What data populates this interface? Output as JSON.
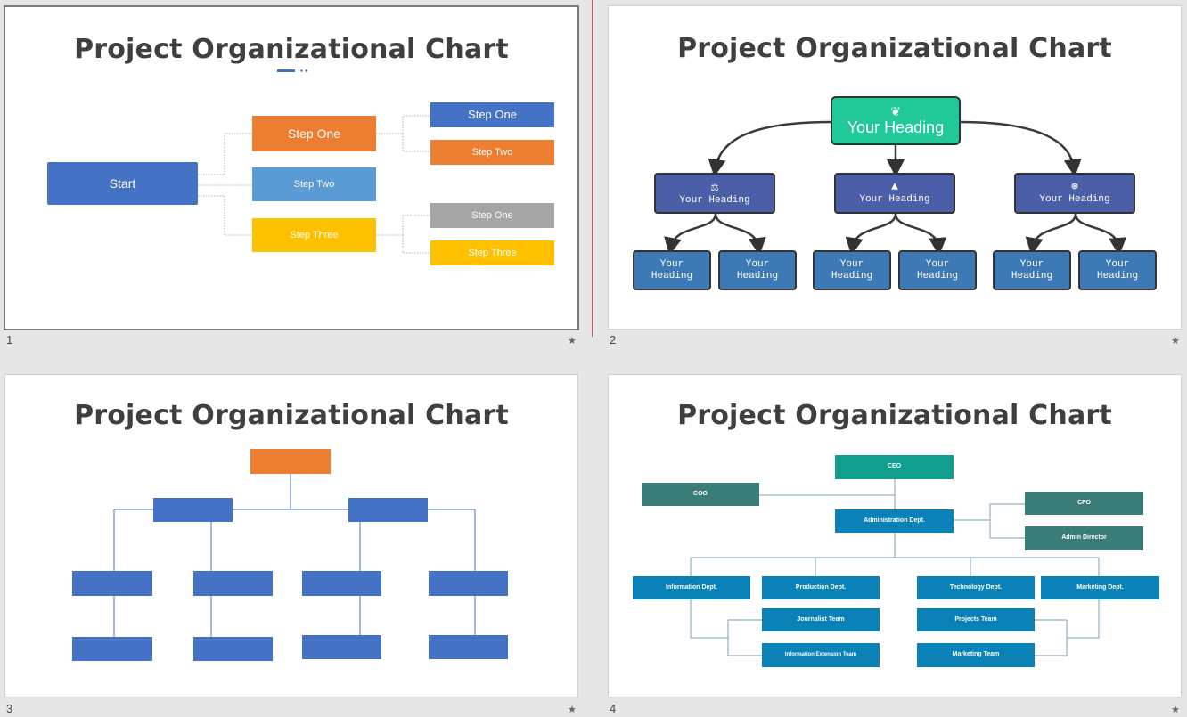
{
  "slides": [
    {
      "number": "1",
      "title": "Project Organizational Chart",
      "star": "★",
      "nodes": {
        "start": "Start",
        "step_one": "Step One",
        "step_two": "Step Two",
        "step_three": "Step Three",
        "sub_step_one_a": "Step One",
        "sub_step_two": "Step Two",
        "sub_step_one_b": "Step One",
        "sub_step_three": "Step Three"
      }
    },
    {
      "number": "2",
      "title": "Project Organizational Chart",
      "star": "★",
      "root": "Your Heading",
      "level1": [
        "Your Heading",
        "Your Heading",
        "Your Heading"
      ],
      "level2": [
        "Heading",
        "Heading",
        "Heading",
        "Heading",
        "Heading",
        "Heading"
      ],
      "level2_prefix": "Your"
    },
    {
      "number": "3",
      "title": "Project Organizational Chart",
      "star": "★"
    },
    {
      "number": "4",
      "title": "Project Organizational Chart",
      "star": "★",
      "nodes": {
        "ceo": "CEO",
        "coo": "COO",
        "admin": "Administration Dept.",
        "cfo": "CFO",
        "admin_director": "Admin Director",
        "info": "Information Dept.",
        "prod": "Production Dept.",
        "tech": "Technology Dept.",
        "mkt": "Marketing Dept.",
        "journalist": "Journalist Team",
        "info_ext": "Information Extension Team",
        "projects": "Projects Team",
        "mkt_team": "Marketing Team"
      }
    }
  ],
  "colors": {
    "orange": "#ed7d31",
    "blue": "#4472c4",
    "light_blue": "#5b9bd5",
    "yellow": "#ffc000",
    "gray": "#a5a5a5",
    "teal_green": "#20c997",
    "navy": "#4a5fa8",
    "steel_blue": "#3d7ab5",
    "teal": "#119e8f",
    "dark_teal": "#3a7d78",
    "mid_blue": "#0a82b8"
  }
}
